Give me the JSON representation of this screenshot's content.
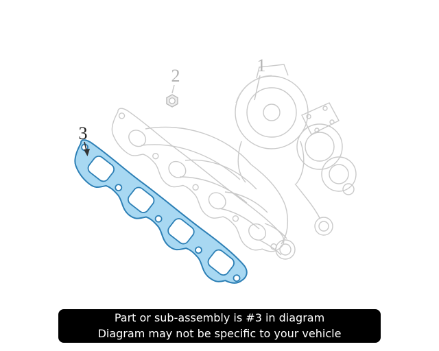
{
  "diagram": {
    "callouts": [
      {
        "label": "1"
      },
      {
        "label": "2"
      },
      {
        "label": "3"
      }
    ],
    "highlighted_callout": "3",
    "colors": {
      "highlight_fill": "#a8d8f2",
      "highlight_stroke": "#2c7fb5",
      "line_art_gray": "#c9c9c9",
      "callout_muted": "#b3b3b3",
      "callout_active": "#1a1a1a",
      "banner_bg": "#000000",
      "banner_text": "#ffffff"
    }
  },
  "banner": {
    "line1": "Part or sub-assembly is #3 in diagram",
    "line2": "Diagram may not be specific to your vehicle"
  }
}
